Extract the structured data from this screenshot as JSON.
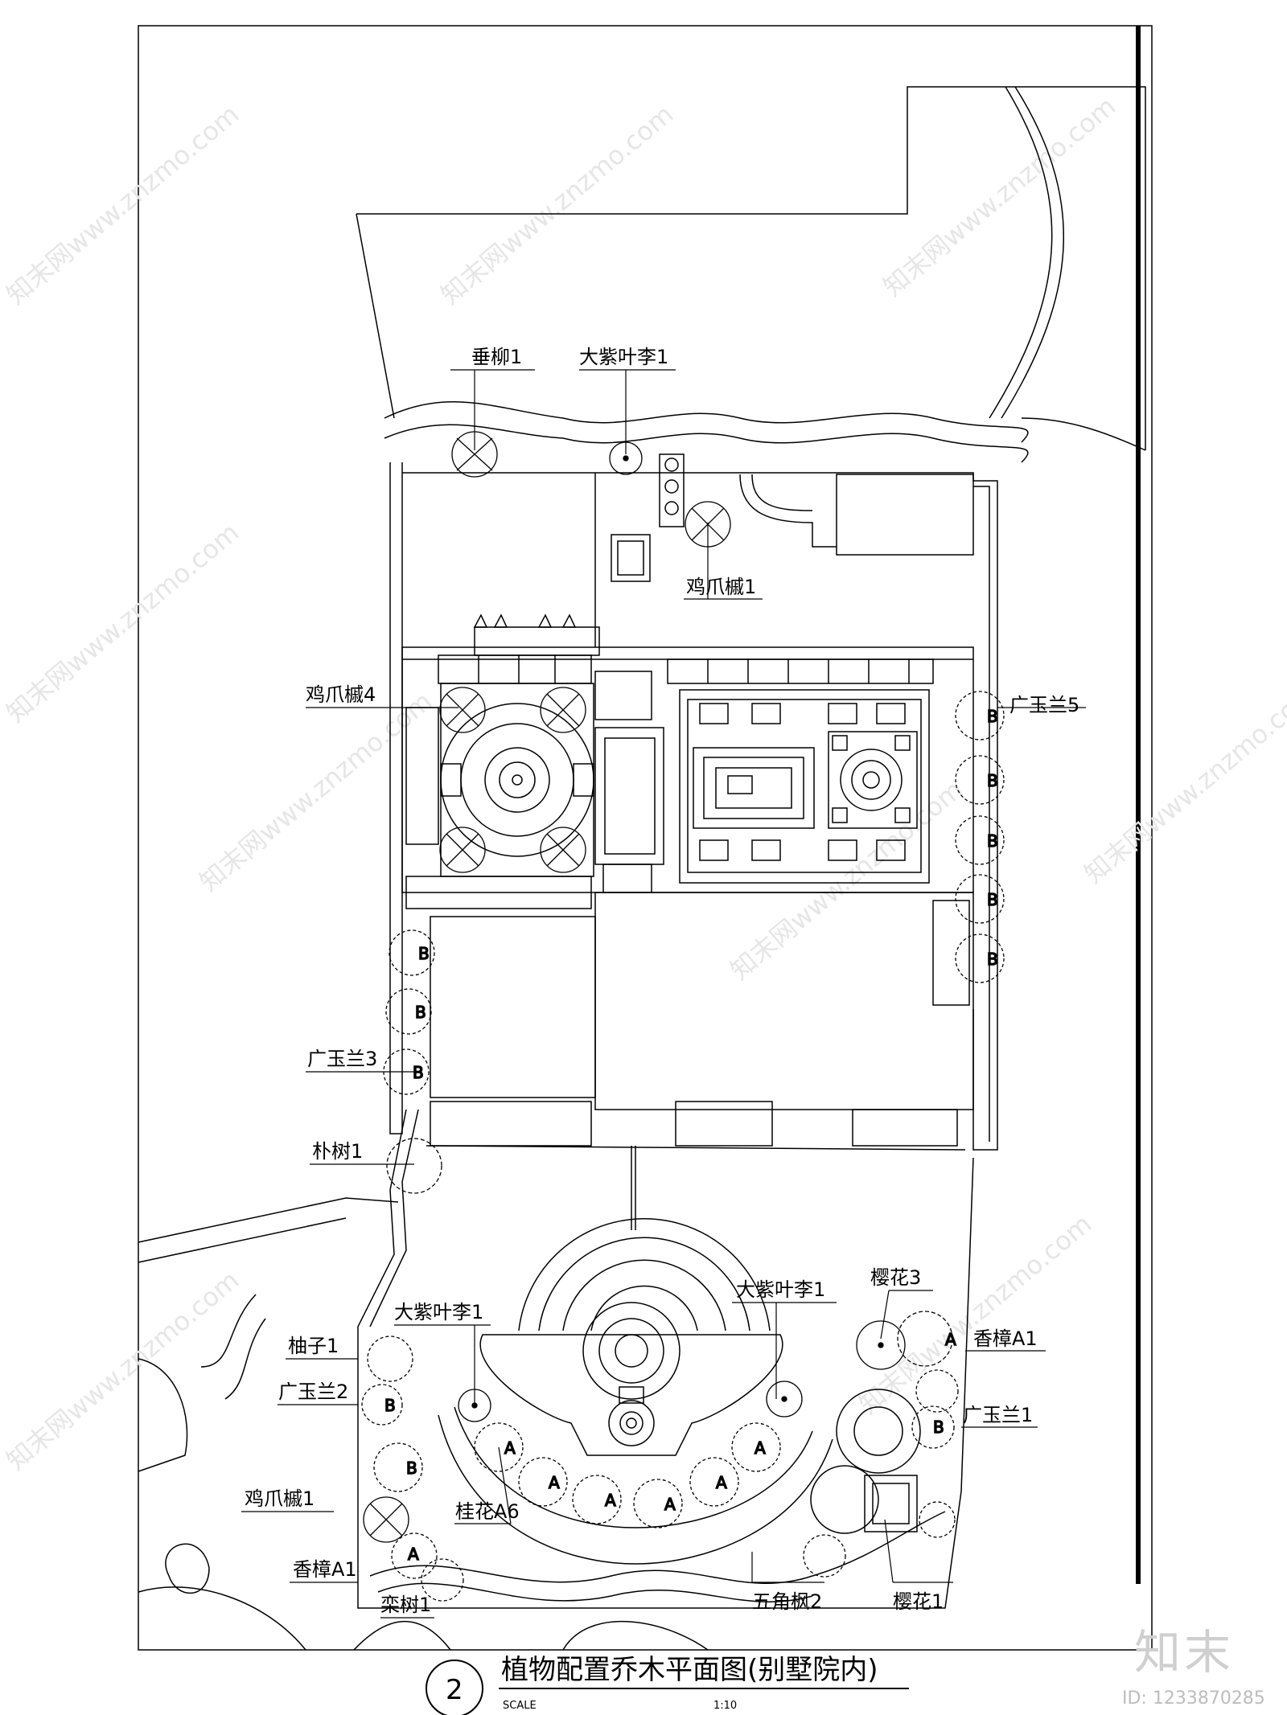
{
  "title": {
    "number": "2",
    "main": "植物配置乔木平面图(别墅院内)",
    "scale_label": "SCALE",
    "scale_value": "1:10"
  },
  "watermark": {
    "mark": "知末",
    "id": "ID: 1233870285",
    "site": "知末网www.znzmo.com"
  },
  "labels": {
    "chuiliu": "垂柳1",
    "daziyeli_top": "大紫叶李1",
    "jizhuaqi_top": "鸡爪槭1",
    "jizhuaqi4": "鸡爪槭4",
    "guangyulan5": "广玉兰5",
    "guangyulan3": "广玉兰3",
    "pushu": "朴树1",
    "yinghua3": "樱花3",
    "daziyeli_mid": "大紫叶李1",
    "daziyeli_left": "大紫叶李1",
    "xiangzhangA1_right": "香樟A1",
    "youzi": "柚子1",
    "guangyulan2": "广玉兰2",
    "guangyulan1": "广玉兰1",
    "jizhuaqi_bottom": "鸡爪槭1",
    "guihua": "桂花A6",
    "xiangzhangA1_left": "香樟A1",
    "luanshu": "栾树1",
    "wujiaofeng": "五角枫2",
    "yinghua1": "樱花1"
  },
  "symbols": {
    "A": "A",
    "B": "B"
  }
}
